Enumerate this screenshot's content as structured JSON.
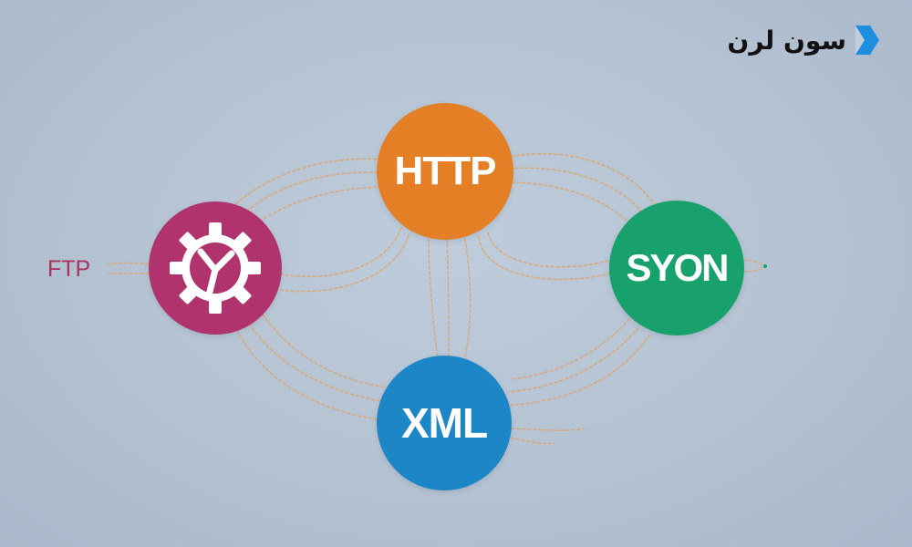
{
  "logo": {
    "text": "سون لرن",
    "mark_color": "#1e8fe0"
  },
  "nodes": {
    "http": {
      "label": "HTTP",
      "color": "#e47f25"
    },
    "gear": {
      "label": "",
      "icon": "gear-icon",
      "color": "#b0336d"
    },
    "syon": {
      "label": "SYON",
      "color": "#18a06d"
    },
    "xml": {
      "label": "XML",
      "color": "#1c86c6"
    }
  },
  "ftp": {
    "label": "FTP",
    "color": "#a8345f"
  },
  "connector_color": "#d9a66f"
}
